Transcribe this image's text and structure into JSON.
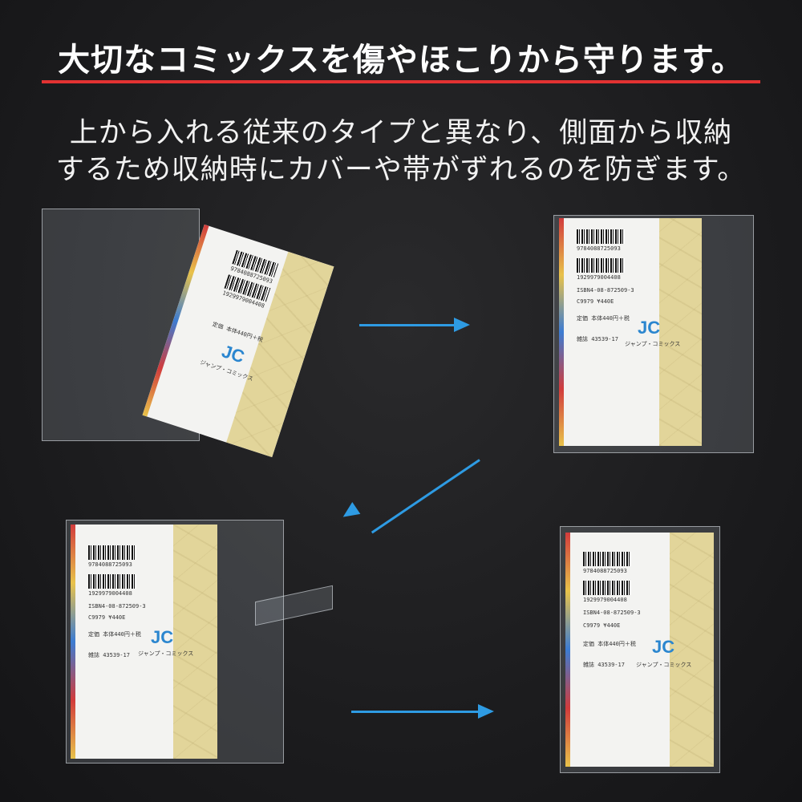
{
  "headline": "大切なコミックスを傷やほこりから守ります。",
  "description": {
    "line1": "上から入れる従来のタイプと異なり、側面から収納",
    "line2": "するため収納時にカバーや帯がずれるのを防ぎます。"
  },
  "book_label": {
    "isbn": "9784088725093",
    "code": "1929979004408",
    "id": "ISBN4-08-872509-3",
    "classification": "C9979 ¥440E",
    "price": "定価 本体440円＋税",
    "jan": "雑誌 43539-17",
    "publisher": "ジャンプ・コミックス",
    "logo": "JC"
  },
  "colors": {
    "accent_rule": "#e23232",
    "arrow": "#2e9be3",
    "band": "#e2d59a"
  },
  "icons": [
    "arrow-right-icon",
    "arrow-down-left-icon",
    "arrow-right-icon"
  ]
}
